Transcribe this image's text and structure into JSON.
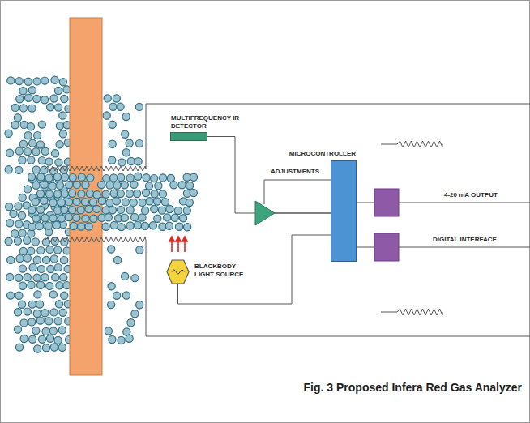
{
  "diagram": {
    "caption": "Fig. 3 Proposed Infera Red Gas Analyzer",
    "nodes": [
      {
        "text": [
          "MULTIFREQUENCY IR DETECTOR"
        ]
      },
      {
        "text": [
          "MICROCONTROLLER"
        ]
      },
      {
        "text": [
          "BLACKBODY LIGHT SOURCE"
        ]
      }
    ],
    "edges": [
      {
        "from": 0,
        "to": 1,
        "arrow": "none"
      },
      {
        "from": 2,
        "to": 1,
        "arrow": "none"
      }
    ],
    "labels": [
      "ADJUSTMENTS",
      "4-20 mA OUTPUT",
      "DIGITAL INTERFACE"
    ]
  }
}
